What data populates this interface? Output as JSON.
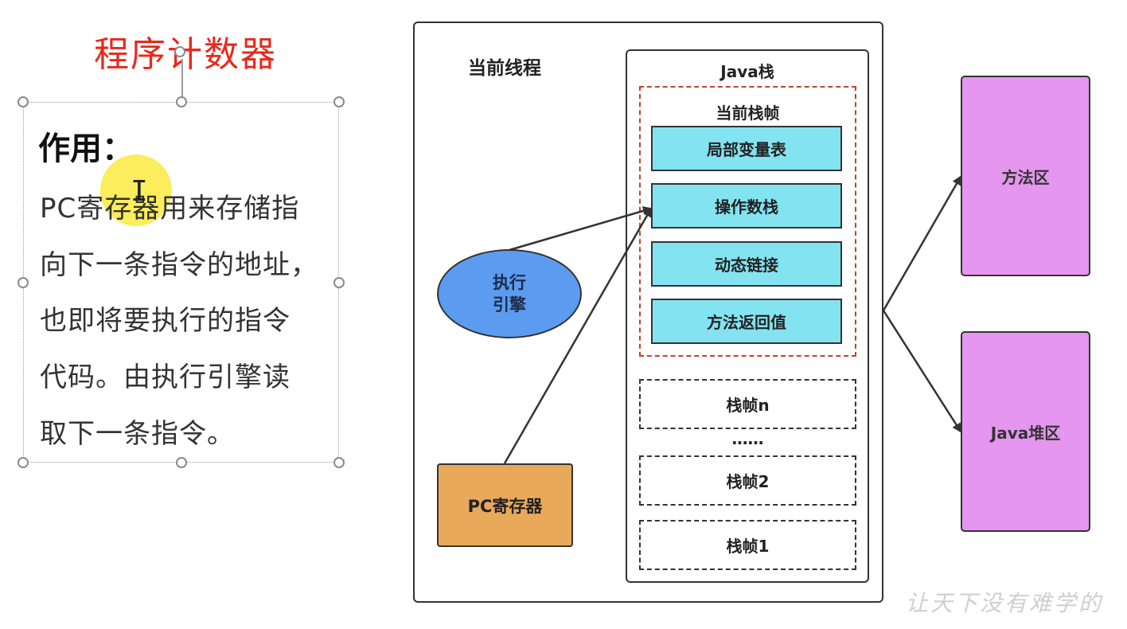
{
  "slide": {
    "title": "程序计数器",
    "textbox": {
      "heading": "作用：",
      "lines": [
        "PC寄存器用来存储指",
        "向下一条指令的地址，",
        "也即将要执行的指令",
        "代码。由执行引擎读",
        "取下一条指令。"
      ]
    }
  },
  "diagram": {
    "thread_label": "当前线程",
    "java_stack_label": "Java栈",
    "current_frame_label": "当前栈帧",
    "frame_items": [
      "局部变量表",
      "操作数栈",
      "动态链接",
      "方法返回值"
    ],
    "stack_frames": [
      "栈帧n",
      "栈帧2",
      "栈帧1"
    ],
    "frame_ellipsis": "……",
    "engine_line1": "执行",
    "engine_line2": "引擎",
    "pc_register": "PC寄存器",
    "method_area": "方法区",
    "heap": "Java堆区"
  },
  "watermark": "让天下没有难学的",
  "colors": {
    "title": "#e8291c",
    "frame_item": "#84e3f1",
    "engine": "#5b9cf0",
    "pc_register": "#e8a95b",
    "areas": "#e596ee",
    "current_frame_border": "#c0432a",
    "cursor_highlight": "#fae832"
  }
}
